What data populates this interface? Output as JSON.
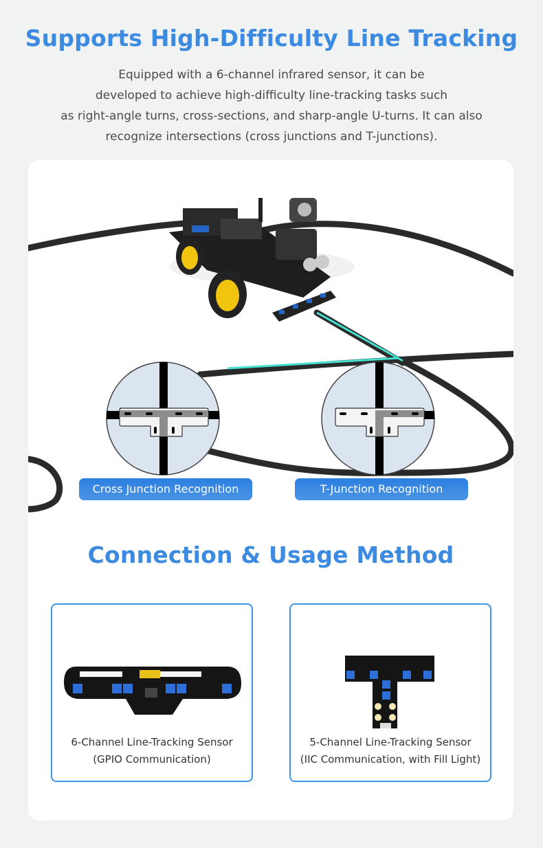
{
  "header": {
    "title": "Supports High-Difficulty Line Tracking",
    "description_lines": [
      "Equipped with a 6-channel infrared sensor, it can be",
      "developed to achieve high-difficulty line-tracking tasks such",
      "as right-angle turns, cross-sections, and sharp-angle U-turns. It can also",
      "recognize intersections (cross junctions and T-junctions)."
    ]
  },
  "illustration": {
    "labels": {
      "cross": "Cross Junction Recognition",
      "t_junction": "T-Junction Recognition"
    },
    "icons": [
      "robot-car-image",
      "cross-junction-diagram",
      "t-junction-diagram"
    ]
  },
  "connection": {
    "title": "Connection & Usage Method",
    "products": [
      {
        "name": "6-Channel Line-Tracking Sensor",
        "detail": "(GPIO Communication)"
      },
      {
        "name": "5-Channel Line-Tracking Sensor",
        "detail": "(IIC Communication, with Fill Light)"
      }
    ]
  },
  "colors": {
    "accent": "#3d8be0",
    "badge": "#2c7fe0",
    "card_border": "#3e95e4",
    "background": "#f1f2f2",
    "highlight_line": "#45e0d0"
  }
}
